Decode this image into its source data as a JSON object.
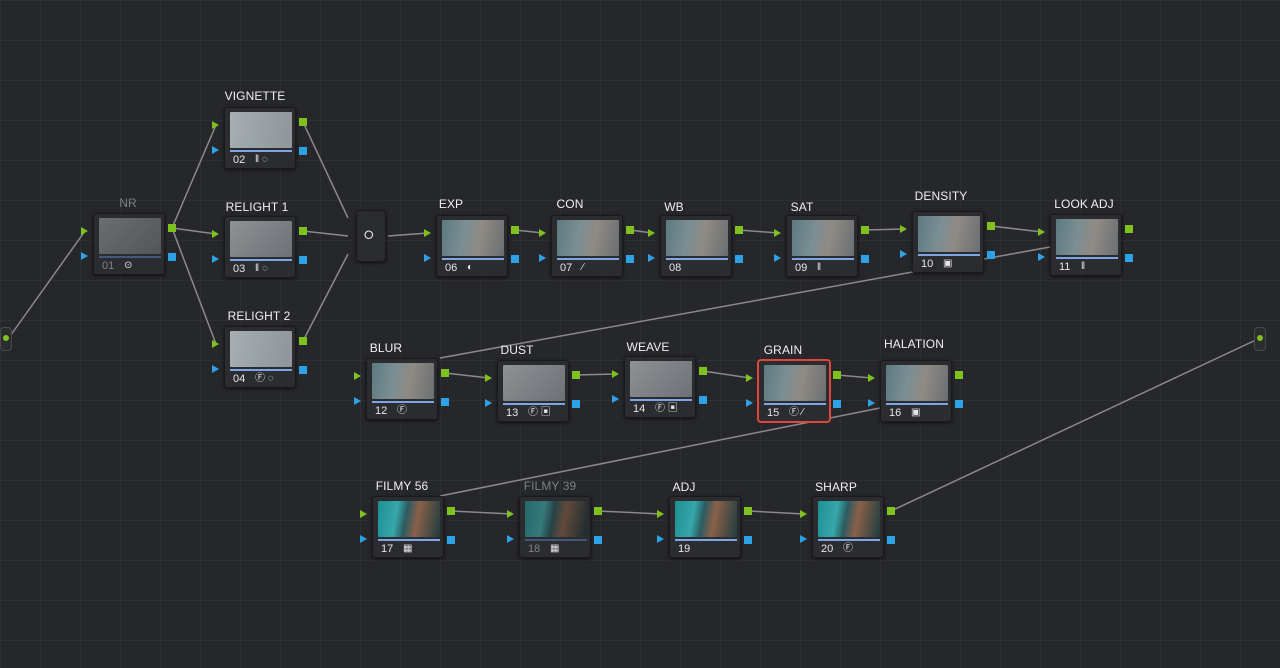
{
  "nodes": [
    {
      "id": "01",
      "label": "NR",
      "icons": "⊙",
      "thumb": "gray",
      "dim": true
    },
    {
      "id": "02",
      "label": "VIGNETTE",
      "icons": "‖ ◌",
      "thumb": "gray2"
    },
    {
      "id": "03",
      "label": "RELIGHT 1",
      "icons": "‖ ◌",
      "thumb": "gray"
    },
    {
      "id": "04",
      "label": "RELIGHT 2",
      "icons": "Ⓕ ◌",
      "thumb": "gray2"
    },
    {
      "id": "06",
      "label": "EXP",
      "icons": "◐",
      "thumb": "muted"
    },
    {
      "id": "07",
      "label": "CON",
      "icons": "∕",
      "thumb": "muted"
    },
    {
      "id": "08",
      "label": "WB",
      "icons": "",
      "thumb": "muted"
    },
    {
      "id": "09",
      "label": "SAT",
      "icons": "‖",
      "thumb": "muted"
    },
    {
      "id": "10",
      "label": "DENSITY",
      "icons": "▣",
      "thumb": "muted"
    },
    {
      "id": "11",
      "label": "LOOK ADJ",
      "icons": "‖",
      "thumb": "muted"
    },
    {
      "id": "12",
      "label": "BLUR",
      "icons": "Ⓕ",
      "thumb": "muted"
    },
    {
      "id": "13",
      "label": "DUST",
      "icons": "Ⓕ ▣",
      "thumb": "gray"
    },
    {
      "id": "14",
      "label": "WEAVE",
      "icons": "Ⓕ ▣",
      "thumb": "gray"
    },
    {
      "id": "15",
      "label": "GRAIN",
      "icons": "Ⓕ ∕",
      "thumb": "muted",
      "selected": true
    },
    {
      "id": "16",
      "label": "HALATION",
      "icons": "▣",
      "thumb": "muted"
    },
    {
      "id": "17",
      "label": "FILMY 56",
      "icons": "▦",
      "thumb": "color"
    },
    {
      "id": "18",
      "label": "FILMY 39",
      "icons": "▦",
      "thumb": "color",
      "dim": true
    },
    {
      "id": "19",
      "label": "ADJ",
      "icons": "",
      "thumb": "color"
    },
    {
      "id": "20",
      "label": "SHARP",
      "icons": "Ⓕ",
      "thumb": "color"
    }
  ],
  "mixer": {
    "icon": "layers-icon",
    "glyph": "⭘"
  },
  "io": {
    "input": "input-connector",
    "output": "output-connector"
  },
  "colors": {
    "background": "#26272b",
    "node": "#2b2c30",
    "rgb_port": "#7fc11e",
    "alpha_port": "#2ea2e6",
    "selected_outline": "#e0463a",
    "wire": "#8a8a8a"
  }
}
